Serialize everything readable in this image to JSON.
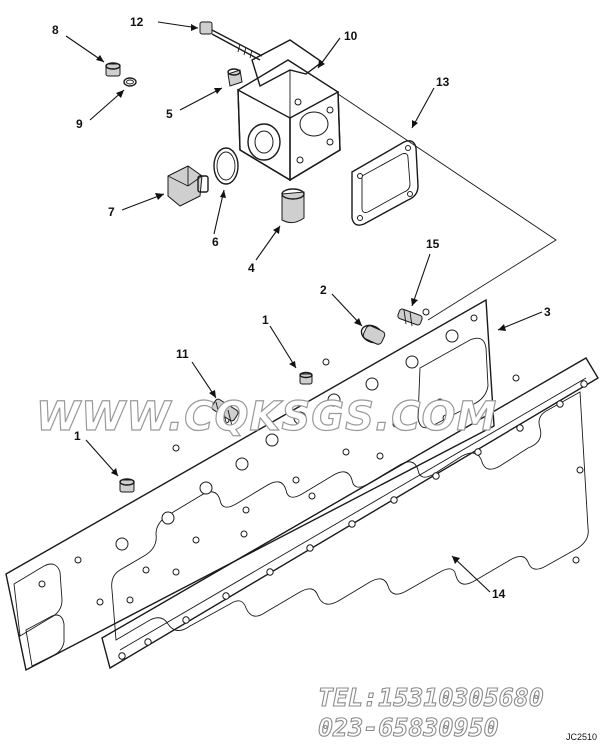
{
  "callouts": [
    {
      "id": "c8",
      "label": "8"
    },
    {
      "id": "c12",
      "label": "12"
    },
    {
      "id": "c10",
      "label": "10"
    },
    {
      "id": "c9",
      "label": "9"
    },
    {
      "id": "c5",
      "label": "5"
    },
    {
      "id": "c13",
      "label": "13"
    },
    {
      "id": "c7",
      "label": "7"
    },
    {
      "id": "c6",
      "label": "6"
    },
    {
      "id": "c4",
      "label": "4"
    },
    {
      "id": "c15",
      "label": "15"
    },
    {
      "id": "c2",
      "label": "2"
    },
    {
      "id": "c3",
      "label": "3"
    },
    {
      "id": "c1a",
      "label": "1"
    },
    {
      "id": "c11",
      "label": "11"
    },
    {
      "id": "c1b",
      "label": "1"
    },
    {
      "id": "c14",
      "label": "14"
    }
  ],
  "watermark": "WWW.CQKSGS.COM",
  "contact": {
    "phone": "TEL:15310305680",
    "landline": "023-65830950"
  },
  "figure_id": "JC2510"
}
